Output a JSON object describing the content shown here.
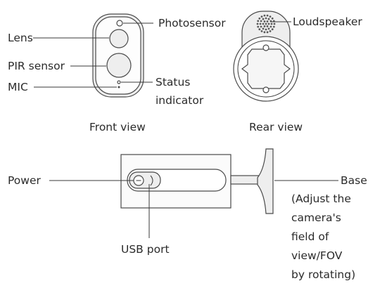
{
  "front_view": {
    "caption": "Front view",
    "labels": {
      "lens": "Lens",
      "pir_sensor": "PIR sensor",
      "mic": "MIC",
      "photosensor": "Photosensor",
      "status_line1": "Status",
      "status_line2": "indicator"
    }
  },
  "rear_view": {
    "caption": "Rear view",
    "labels": {
      "loudspeaker": "Loudspeaker"
    }
  },
  "side_view": {
    "labels": {
      "power": "Power",
      "usb_port": "USB port",
      "base": "Base",
      "base_note": [
        "(Adjust the",
        "camera's",
        "field of",
        "view/FOV",
        "by rotating)"
      ]
    }
  }
}
